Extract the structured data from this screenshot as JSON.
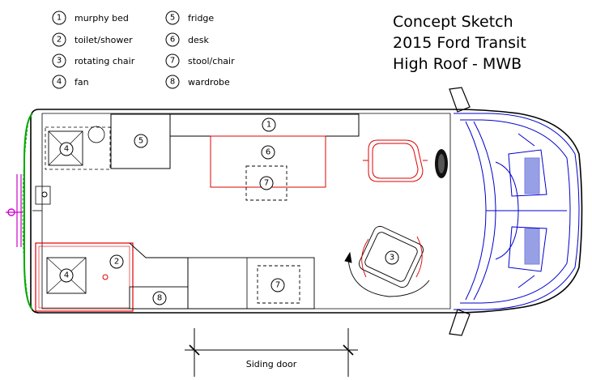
{
  "legend": [
    {
      "n": "1",
      "label": "murphy bed"
    },
    {
      "n": "2",
      "label": "toilet/shower"
    },
    {
      "n": "3",
      "label": "rotating chair"
    },
    {
      "n": "4",
      "label": "fan"
    },
    {
      "n": "5",
      "label": "fridge"
    },
    {
      "n": "6",
      "label": "desk"
    },
    {
      "n": "7",
      "label": "stool/chair"
    },
    {
      "n": "8",
      "label": "wardrobe"
    }
  ],
  "title": {
    "line1": "Concept Sketch",
    "line2": "2015 Ford Transit",
    "line3": "High Roof - MWB"
  },
  "door_label": "Siding door",
  "colors": {
    "outline": "#000000",
    "bathroom": "#e00000",
    "cab": "#0000cc",
    "bumper": "#00aa00",
    "hitch": "#cc00cc"
  }
}
